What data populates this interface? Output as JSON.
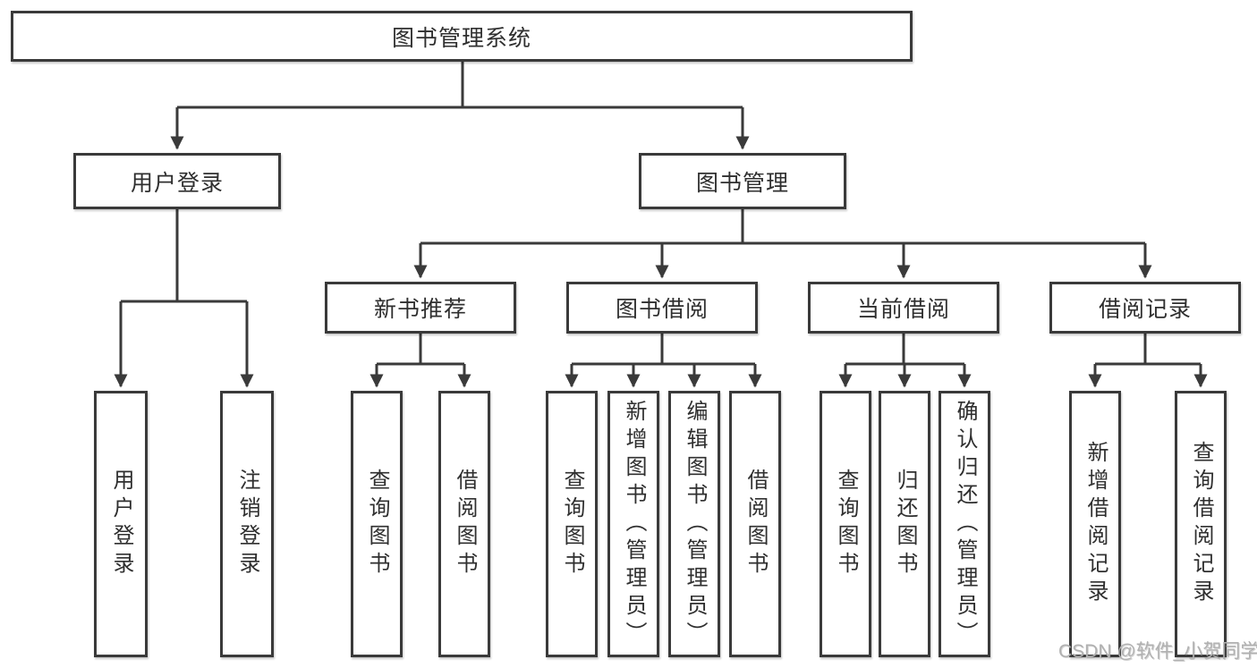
{
  "diagram": {
    "root": {
      "label": "图书管理系统"
    },
    "branches": [
      {
        "label": "用户登录",
        "children": [
          {
            "label": "用户登录"
          },
          {
            "label": "注销登录"
          }
        ]
      },
      {
        "label": "图书管理",
        "children": [
          {
            "label": "新书推荐",
            "children": [
              {
                "label": "查询图书"
              },
              {
                "label": "借阅图书"
              }
            ]
          },
          {
            "label": "图书借阅",
            "children": [
              {
                "label": "查询图书"
              },
              {
                "label": "新增图书（管理员）"
              },
              {
                "label": "编辑图书（管理员）"
              },
              {
                "label": "借阅图书"
              }
            ]
          },
          {
            "label": "当前借阅",
            "children": [
              {
                "label": "查询图书"
              },
              {
                "label": "归还图书"
              },
              {
                "label": "确认归还（管理员）"
              }
            ]
          },
          {
            "label": "借阅记录",
            "children": [
              {
                "label": "新增借阅记录"
              },
              {
                "label": "查询借阅记录"
              }
            ]
          }
        ]
      }
    ]
  },
  "watermark": {
    "text": "CSDN @软件_小贺同学",
    "color": "#b1b1b1"
  },
  "colors": {
    "line": "#3a3a3a",
    "box_border": "#3a3a3a",
    "text": "#2f2f2f",
    "box_background": "#ffffff",
    "page_background": "#ffffff"
  }
}
